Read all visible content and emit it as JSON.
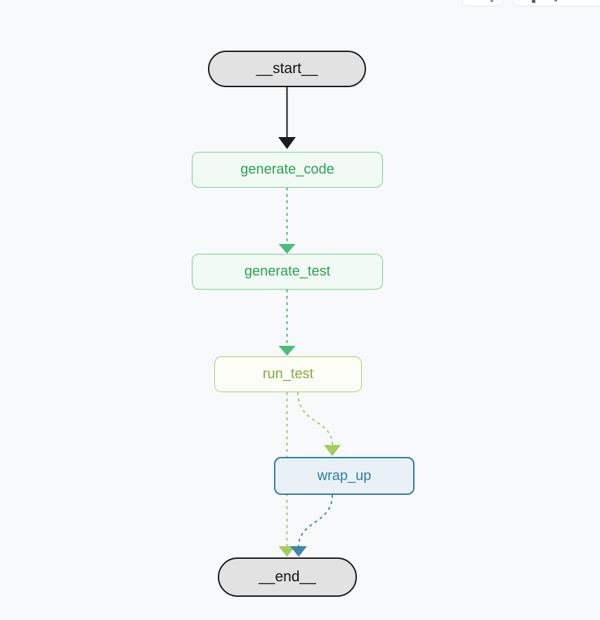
{
  "canvas": {
    "background": "#f8f9fb"
  },
  "toolbar": {
    "buttons": [
      {
        "label": ""
      },
      {
        "label": ""
      }
    ]
  },
  "diagram": {
    "nodes": [
      {
        "id": "__start__",
        "label": "__start__",
        "shape": "pill",
        "fill": "#e2e2e2",
        "border": "#1b1b1b",
        "text_color": "#111111"
      },
      {
        "id": "generate_code",
        "label": "generate_code",
        "shape": "box",
        "fill": "#f2faf4",
        "border": "#74d096",
        "text_color": "#2aa251"
      },
      {
        "id": "generate_test",
        "label": "generate_test",
        "shape": "box",
        "fill": "#f2faf4",
        "border": "#74d096",
        "text_color": "#2aa251"
      },
      {
        "id": "run_test",
        "label": "run_test",
        "shape": "box",
        "fill": "#fdfdf8",
        "border": "#a9cf6f",
        "text_color": "#82ab3d"
      },
      {
        "id": "wrap_up",
        "label": "wrap_up",
        "shape": "box",
        "fill": "#e9f1f6",
        "border": "#2e7fa8",
        "text_color": "#2d7ea5"
      },
      {
        "id": "__end__",
        "label": "__end__",
        "shape": "pill",
        "fill": "#e2e2e2",
        "border": "#1b1b1b",
        "text_color": "#111111"
      }
    ],
    "edges": [
      {
        "from": "__start__",
        "to": "generate_code",
        "style": "solid",
        "color": "#1b1b1b"
      },
      {
        "from": "generate_code",
        "to": "generate_test",
        "style": "dashed",
        "color": "#4cbc78"
      },
      {
        "from": "generate_test",
        "to": "run_test",
        "style": "dashed",
        "color": "#4cbc78"
      },
      {
        "from": "run_test",
        "to": "wrap_up",
        "style": "dashed",
        "color": "#a5cc5f"
      },
      {
        "from": "run_test",
        "to": "__end__",
        "style": "dashed",
        "color": "#a5cc5f"
      },
      {
        "from": "wrap_up",
        "to": "__end__",
        "style": "dashed",
        "color": "#3e87ad"
      }
    ]
  }
}
